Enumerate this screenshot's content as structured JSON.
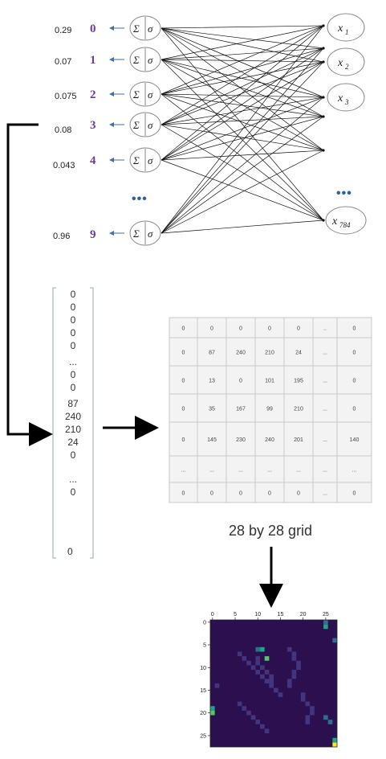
{
  "network": {
    "outputs": [
      {
        "prob": "0.29",
        "digit": "0"
      },
      {
        "prob": "0.07",
        "digit": "1"
      },
      {
        "prob": "0.075",
        "digit": "2"
      },
      {
        "prob": "0.08",
        "digit": "3"
      },
      {
        "prob": "0.043",
        "digit": "4"
      },
      {
        "prob": "0.96",
        "digit": "9"
      }
    ],
    "neuron_sum": "Σ",
    "neuron_sigma": "σ",
    "output_ellipsis": "•••",
    "inputs": [
      {
        "base": "x",
        "sub": "1"
      },
      {
        "base": "x",
        "sub": "2"
      },
      {
        "base": "x",
        "sub": "3"
      },
      {
        "base": "x",
        "sub": "784"
      }
    ],
    "input_ellipsis": "•••"
  },
  "vector": {
    "values": [
      "0",
      "0",
      "0",
      "0",
      "0",
      "...",
      "0",
      "0",
      "87",
      "240",
      "210",
      "24",
      "0",
      "...",
      "0"
    ]
  },
  "grid": {
    "rows": [
      [
        "0",
        "0",
        "0",
        "0",
        "0",
        "..",
        "0"
      ],
      [
        "0",
        "87",
        "240",
        "210",
        "24",
        "...",
        "0"
      ],
      [
        "0",
        "13",
        "0",
        "101",
        "195",
        "...",
        "0"
      ],
      [
        "0",
        "35",
        "167",
        "99",
        "210",
        "...",
        "0"
      ],
      [
        "0",
        "145",
        "230",
        "240",
        "201",
        "...",
        "140"
      ],
      [
        "...",
        "...",
        "...",
        "...",
        "...",
        "...",
        "..."
      ],
      [
        "0",
        "0",
        "0",
        "0",
        "0",
        "...",
        "0"
      ]
    ],
    "caption": "28 by 28 grid"
  },
  "heatmap": {
    "ticks": [
      "0",
      "5",
      "10",
      "15",
      "20",
      "25"
    ],
    "colormap": [
      "#2b0f4f",
      "#3a1f6e",
      "#44357f",
      "#2c6f8e",
      "#20a386",
      "#56c667",
      "#fde725"
    ]
  },
  "colors": {
    "digit": "#6a3d8f",
    "ellipsis": "#2e5fa0",
    "heatmap_bg": "#2b0f4f"
  }
}
